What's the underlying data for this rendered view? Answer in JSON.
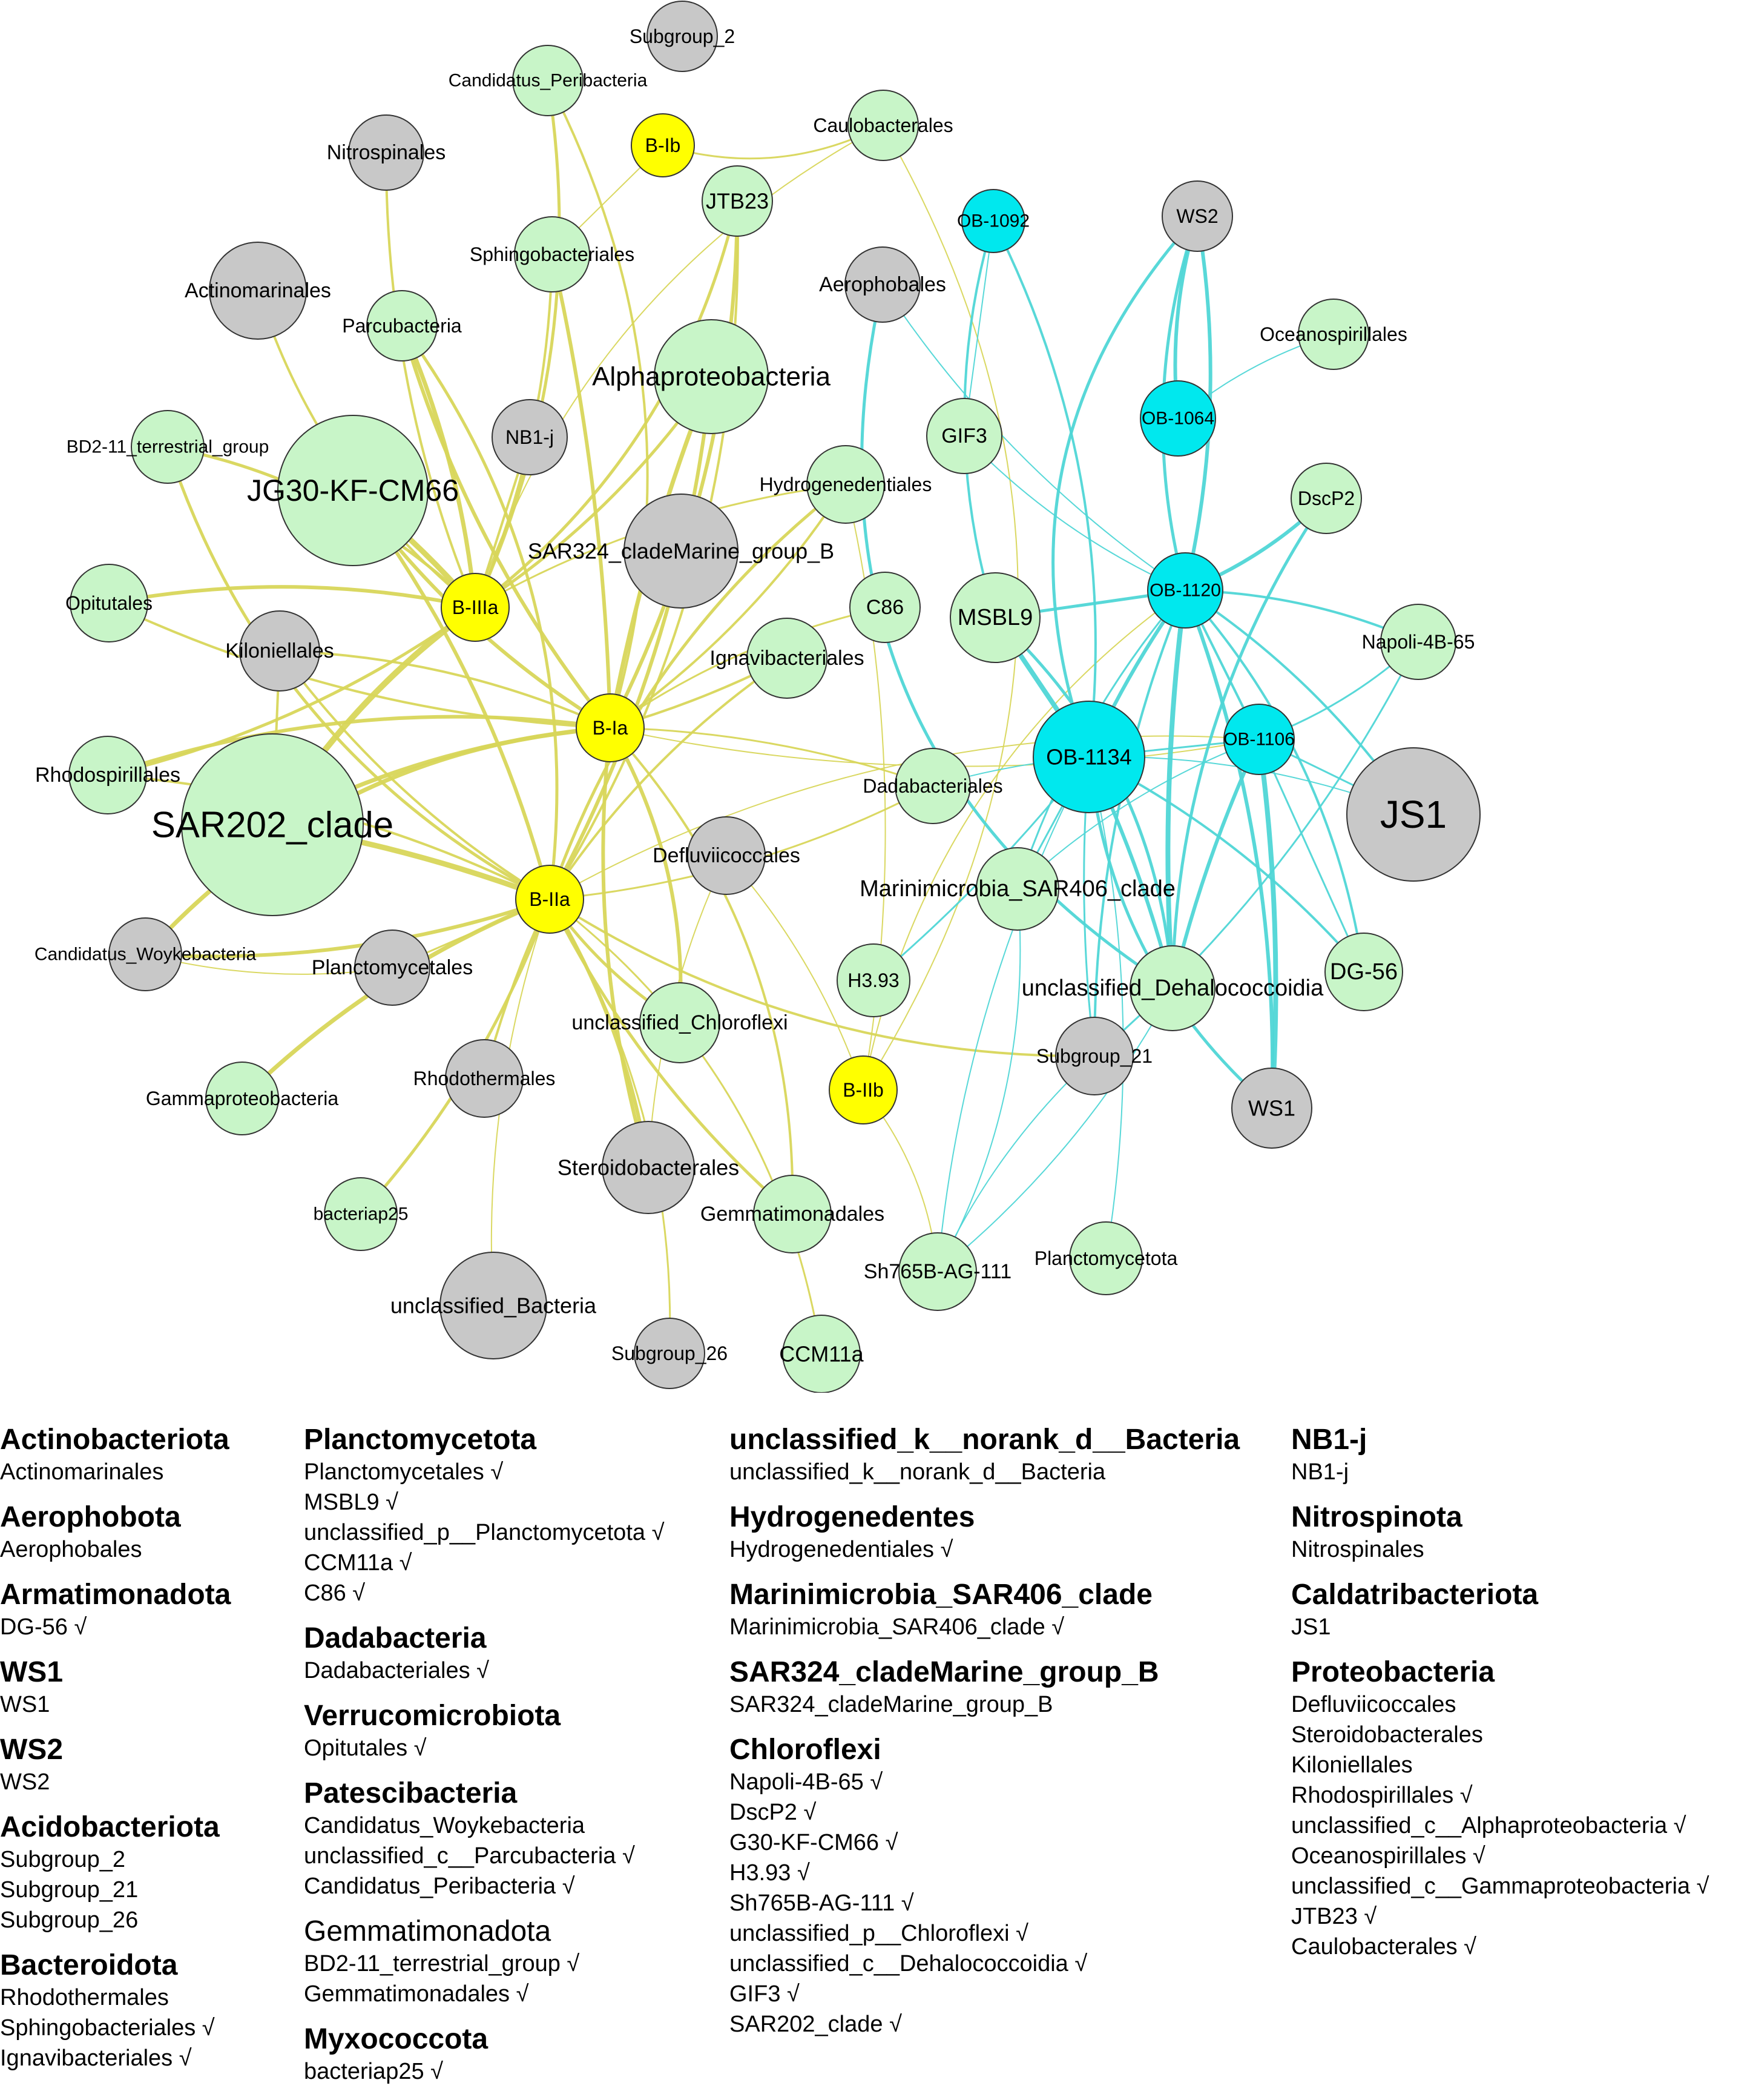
{
  "network": {
    "colors": {
      "module": "#ffff00",
      "module_stroke": "#333333",
      "hub": "#00e8ee",
      "green": "#c8f5c8",
      "grey": "#c8c8c8",
      "edge_yellow": "#d8d65a",
      "edge_cyan": "#4fd6d6"
    },
    "nodes": [
      {
        "id": "B-Ib",
        "label": "B-Ib",
        "type": "module"
      },
      {
        "id": "B-IIIa",
        "label": "B-IIIa",
        "type": "module"
      },
      {
        "id": "B-Ia",
        "label": "B-Ia",
        "type": "module"
      },
      {
        "id": "B-IIa",
        "label": "B-IIa",
        "type": "module"
      },
      {
        "id": "B-IIb",
        "label": "B-IIb",
        "type": "module"
      },
      {
        "id": "OB-1092",
        "label": "OB-1092",
        "type": "hub"
      },
      {
        "id": "OB-1064",
        "label": "OB-1064",
        "type": "hub"
      },
      {
        "id": "OB-1120",
        "label": "OB-1120",
        "type": "hub"
      },
      {
        "id": "OB-1106",
        "label": "OB-1106",
        "type": "hub"
      },
      {
        "id": "OB-1134",
        "label": "OB-1134",
        "type": "hub"
      },
      {
        "id": "Subgroup_2",
        "label": "Subgroup_2",
        "type": "grey"
      },
      {
        "id": "Candidatus_Peribacteria",
        "label": "Candidatus_Peribacteria",
        "type": "green"
      },
      {
        "id": "Caulobacterales",
        "label": "Caulobacterales",
        "type": "green"
      },
      {
        "id": "Nitrospinales",
        "label": "Nitrospinales",
        "type": "grey"
      },
      {
        "id": "JTB23",
        "label": "JTB23",
        "type": "green"
      },
      {
        "id": "Sphingobacteriales",
        "label": "Sphingobacteriales",
        "type": "green"
      },
      {
        "id": "Actinomarinales",
        "label": "Actinomarinales",
        "type": "grey"
      },
      {
        "id": "Aerophobales",
        "label": "Aerophobales",
        "type": "grey"
      },
      {
        "id": "Parcubacteria",
        "label": "Parcubacteria",
        "type": "green"
      },
      {
        "id": "WS2",
        "label": "WS2",
        "type": "grey"
      },
      {
        "id": "Oceanospirillales",
        "label": "Oceanospirillales",
        "type": "green"
      },
      {
        "id": "Alphaproteobacteria",
        "label": "Alphaproteobacteria",
        "type": "green"
      },
      {
        "id": "GIF3",
        "label": "GIF3",
        "type": "green"
      },
      {
        "id": "BD2-11_terrestrial_group",
        "label": "BD2-11_terrestrial_group",
        "type": "green"
      },
      {
        "id": "NB1-j",
        "label": "NB1-j",
        "type": "grey"
      },
      {
        "id": "JG30-KF-CM66",
        "label": "JG30-KF-CM66",
        "type": "green"
      },
      {
        "id": "Hydrogenedentiales",
        "label": "Hydrogenedentiales",
        "type": "green"
      },
      {
        "id": "DscP2",
        "label": "DscP2",
        "type": "green"
      },
      {
        "id": "SAR324",
        "label": "SAR324_cladeMarine_group_B",
        "type": "grey"
      },
      {
        "id": "Opitutales",
        "label": "Opitutales",
        "type": "green"
      },
      {
        "id": "C86",
        "label": "C86",
        "type": "green"
      },
      {
        "id": "MSBL9",
        "label": "MSBL9",
        "type": "green"
      },
      {
        "id": "Napoli-4B-65",
        "label": "Napoli-4B-65",
        "type": "green"
      },
      {
        "id": "Kiloniellales",
        "label": "Kiloniellales",
        "type": "grey"
      },
      {
        "id": "Ignavibacteriales",
        "label": "Ignavibacteriales",
        "type": "green"
      },
      {
        "id": "Rhodospirillales",
        "label": "Rhodospirillales",
        "type": "green"
      },
      {
        "id": "Dadabacteriales",
        "label": "Dadabacteriales",
        "type": "green"
      },
      {
        "id": "JS1",
        "label": "JS1",
        "type": "grey"
      },
      {
        "id": "SAR202_clade",
        "label": "SAR202_clade",
        "type": "green"
      },
      {
        "id": "Defluviicoccales",
        "label": "Defluviicoccales",
        "type": "grey"
      },
      {
        "id": "Marinimicrobia",
        "label": "Marinimicrobia_SAR406_clade",
        "type": "green"
      },
      {
        "id": "Candidatus_Woykebacteria",
        "label": "Candidatus_Woykebacteria",
        "type": "grey"
      },
      {
        "id": "Planctomycetales",
        "label": "Planctomycetales",
        "type": "grey"
      },
      {
        "id": "H3.93",
        "label": "H3.93",
        "type": "green"
      },
      {
        "id": "Dehalococcoidia",
        "label": "unclassified_Dehalococcoidia",
        "type": "green"
      },
      {
        "id": "DG-56",
        "label": "DG-56",
        "type": "green"
      },
      {
        "id": "Chloroflexi",
        "label": "unclassified_Chloroflexi",
        "type": "green"
      },
      {
        "id": "Subgroup_21",
        "label": "Subgroup_21",
        "type": "grey"
      },
      {
        "id": "Rhodothermales",
        "label": "Rhodothermales",
        "type": "grey"
      },
      {
        "id": "Gammaproteobacteria",
        "label": "Gammaproteobacteria",
        "type": "green"
      },
      {
        "id": "WS1",
        "label": "WS1",
        "type": "grey"
      },
      {
        "id": "Steroidobacterales",
        "label": "Steroidobacterales",
        "type": "grey"
      },
      {
        "id": "bacteriap25",
        "label": "bacteriap25",
        "type": "green"
      },
      {
        "id": "Gemmatimonadales",
        "label": "Gemmatimonadales",
        "type": "green"
      },
      {
        "id": "Planctomycetota_node",
        "label": "Planctomycetota",
        "type": "green"
      },
      {
        "id": "Sh765B-AG-111",
        "label": "Sh765B-AG-111",
        "type": "green"
      },
      {
        "id": "unclassified_Bacteria",
        "label": "unclassified_Bacteria",
        "type": "grey"
      },
      {
        "id": "Subgroup_26",
        "label": "Subgroup_26",
        "type": "grey"
      },
      {
        "id": "CCM11a",
        "label": "CCM11a",
        "type": "green"
      }
    ]
  },
  "legend": {
    "col1": [
      {
        "title": "Actinobacteriota",
        "items": [
          "Actinomarinales"
        ]
      },
      {
        "title": "Aerophobota",
        "items": [
          "Aerophobales"
        ]
      },
      {
        "title": "Armatimonadota",
        "items": [
          "DG-56 √"
        ]
      },
      {
        "title": "WS1",
        "items": [
          "WS1"
        ]
      },
      {
        "title": "WS2",
        "items": [
          "WS2"
        ]
      },
      {
        "title": "Acidobacteriota",
        "items": [
          "Subgroup_2",
          "Subgroup_21",
          "Subgroup_26"
        ]
      },
      {
        "title": "Bacteroidota",
        "items": [
          "Rhodothermales",
          "Sphingobacteriales √",
          "Ignavibacteriales √"
        ]
      }
    ],
    "col2": [
      {
        "title": "Planctomycetota",
        "items": [
          "Planctomycetales √",
          "MSBL9 √",
          "unclassified_p__Planctomycetota √",
          "CCM11a √",
          "C86 √"
        ]
      },
      {
        "title": "Dadabacteria",
        "items": [
          "Dadabacteriales √"
        ]
      },
      {
        "title": "Verrucomicrobiota",
        "items": [
          "Opitutales √"
        ]
      },
      {
        "title": "Patescibacteria",
        "items": [
          "Candidatus_Woykebacteria",
          "unclassified_c__Parcubacteria √",
          "Candidatus_Peribacteria √"
        ]
      },
      {
        "title": "Gemmatimonadota",
        "items": [
          "BD2-11_terrestrial_group √",
          "Gemmatimonadales √"
        ],
        "light": true
      },
      {
        "title": "Myxococcota",
        "items": [
          "bacteriap25 √"
        ]
      }
    ],
    "col3": [
      {
        "title": "unclassified_k__norank_d__Bacteria",
        "items": [
          "unclassified_k__norank_d__Bacteria"
        ]
      },
      {
        "title": "Hydrogenedentes",
        "items": [
          "Hydrogenedentiales √"
        ]
      },
      {
        "title": "Marinimicrobia_SAR406_clade",
        "items": [
          "Marinimicrobia_SAR406_clade √"
        ]
      },
      {
        "title": "SAR324_cladeMarine_group_B",
        "items": [
          "SAR324_cladeMarine_group_B"
        ]
      },
      {
        "title": "Chloroflexi",
        "items": [
          "Napoli-4B-65 √",
          "DscP2 √",
          "G30-KF-CM66 √",
          "H3.93 √",
          "Sh765B-AG-111 √",
          "unclassified_p__Chloroflexi √",
          "unclassified_c__Dehalococcoidia √",
          "GIF3 √",
          "SAR202_clade √"
        ]
      }
    ],
    "col4": [
      {
        "title": "NB1-j",
        "items": [
          "NB1-j"
        ]
      },
      {
        "title": "Nitrospinota",
        "items": [
          "Nitrospinales"
        ]
      },
      {
        "title": "Caldatribacteriota",
        "items": [
          "JS1"
        ]
      },
      {
        "title": "Proteobacteria",
        "items": [
          "Defluviicoccales",
          "Steroidobacterales",
          "Kiloniellales",
          "Rhodospirillales √",
          "unclassified_c__Alphaproteobacteria √",
          "Oceanospirillales √",
          "unclassified_c__Gammaproteobacteria √",
          "JTB23 √",
          "Caulobacterales √"
        ]
      }
    ]
  }
}
